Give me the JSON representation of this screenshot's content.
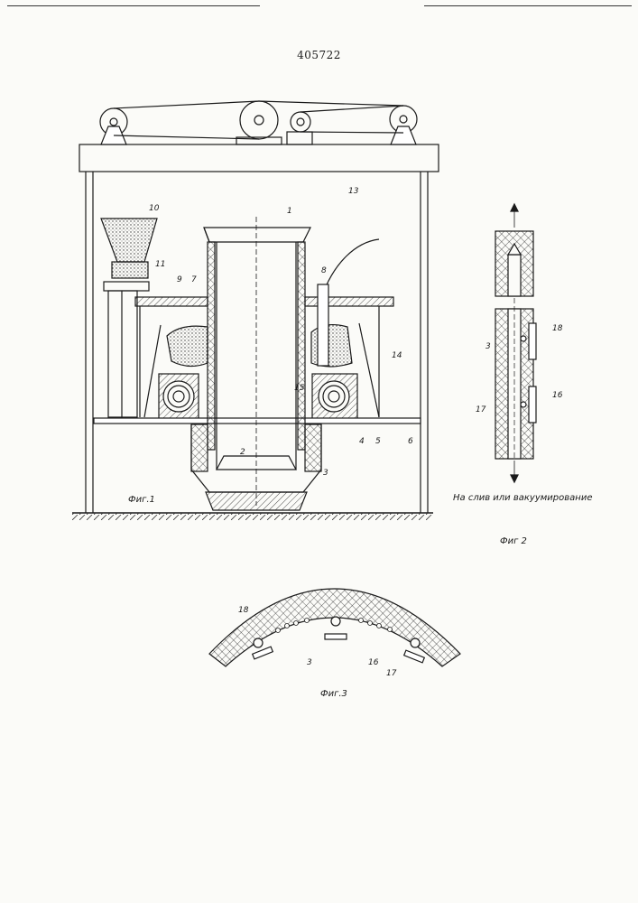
{
  "patent_number": "405722",
  "figures": {
    "fig1": {
      "caption": "Фиг.1",
      "labels": [
        "1",
        "2",
        "3",
        "4",
        "5",
        "6",
        "7",
        "8",
        "9",
        "10",
        "11",
        "13",
        "14",
        "15"
      ]
    },
    "fig2": {
      "caption": "Фиг 2",
      "note": "На слив или вакуумирование",
      "labels": [
        "3",
        "16",
        "17",
        "18"
      ]
    },
    "fig3": {
      "caption": "Фиг.3",
      "labels": [
        "18",
        "3",
        "16",
        "17"
      ]
    }
  },
  "colors": {
    "ink": "#1a1a1a",
    "paper": "#fbfbf8"
  }
}
